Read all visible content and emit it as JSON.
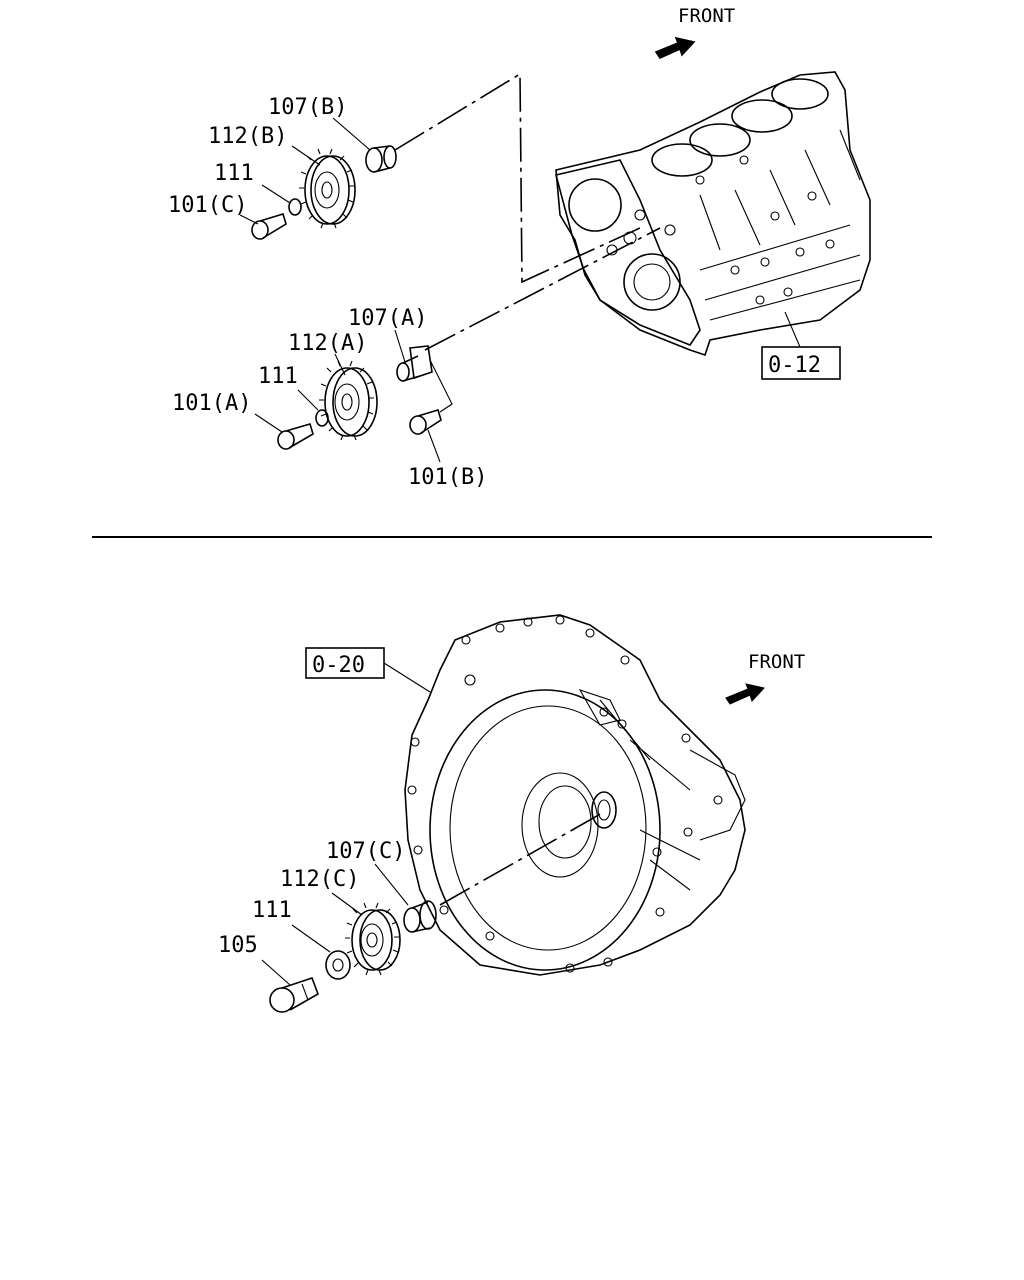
{
  "top_section": {
    "front_label": "FRONT",
    "ref_box": "0-12",
    "callouts": {
      "c107b": "107(B)",
      "c112b": "112(B)",
      "c111_1": "111",
      "c101c": "101(C)",
      "c107a": "107(A)",
      "c112a": "112(A)",
      "c111_2": "111",
      "c101a": "101(A)",
      "c101b": "101(B)"
    }
  },
  "bottom_section": {
    "front_label": "FRONT",
    "ref_box": "0-20",
    "callouts": {
      "c107c": "107(C)",
      "c112c": "112(C)",
      "c111_3": "111",
      "c105": "105"
    }
  }
}
